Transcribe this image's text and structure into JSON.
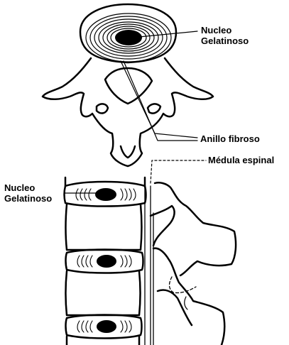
{
  "labels": {
    "nucleus_top": {
      "line1": "Nucleo",
      "line2": "Gelatinoso"
    },
    "annulus": "Anillo fibroso",
    "spinal_cord": "Médula espinal",
    "nucleus_side": {
      "line1": "Nucleo",
      "line2": "Gelatinoso"
    }
  },
  "colors": {
    "ink": "#000000",
    "background": "#ffffff"
  }
}
